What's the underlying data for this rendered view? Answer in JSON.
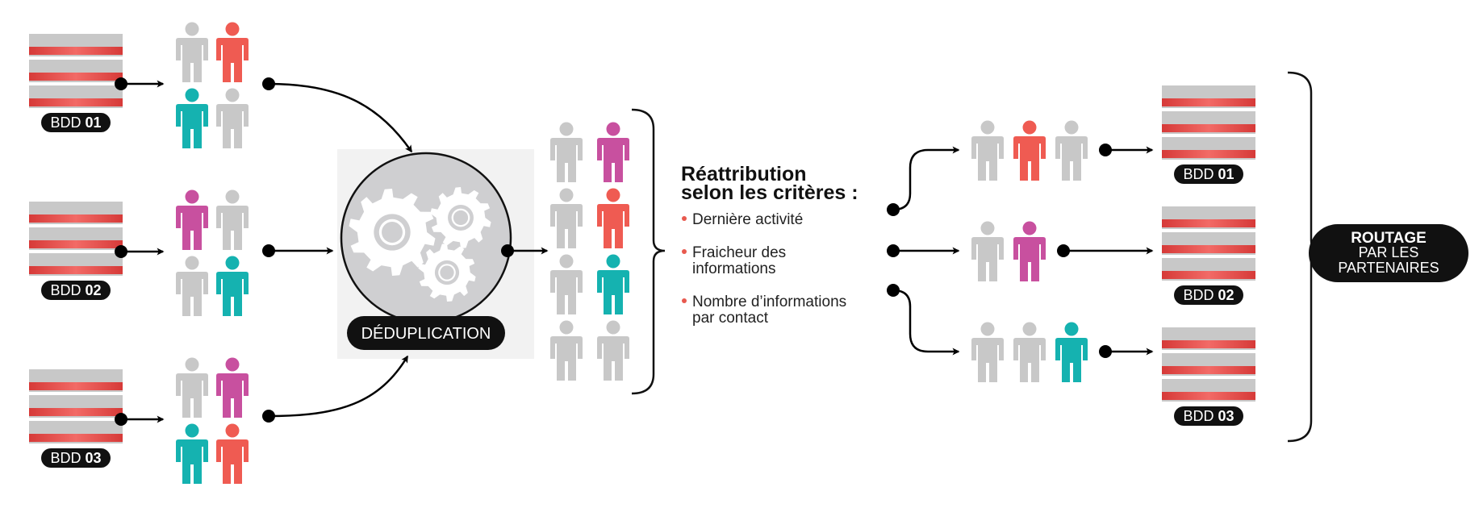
{
  "colors": {
    "gray": "#c8c8c8",
    "red": "#ef5b52",
    "teal": "#15b2b0",
    "magenta": "#c8509f",
    "stripe": "#e74c4a",
    "dark": "#111111",
    "arrow": "#000000"
  },
  "sources": [
    {
      "prefix": "BDD",
      "number": "01",
      "people": [
        "gray",
        "red",
        "teal",
        "gray"
      ]
    },
    {
      "prefix": "BDD",
      "number": "02",
      "people": [
        "magenta",
        "gray",
        "gray",
        "teal"
      ]
    },
    {
      "prefix": "BDD",
      "number": "03",
      "people": [
        "gray",
        "magenta",
        "teal",
        "red"
      ]
    }
  ],
  "dedup": {
    "label": "DÉDUPLICATION",
    "icon": "gears-icon"
  },
  "merged_people": [
    "gray",
    "magenta",
    "gray",
    "red",
    "gray",
    "teal",
    "gray",
    "gray"
  ],
  "criteria": {
    "title_line1": "Réattribution",
    "title_line2": "selon les critères :",
    "items": [
      {
        "line1": "Dernière activité",
        "line2": ""
      },
      {
        "line1": "Fraicheur des",
        "line2": "informations"
      },
      {
        "line1": "Nombre d’informations",
        "line2": "par contact"
      }
    ]
  },
  "outputs": [
    {
      "prefix": "BDD",
      "number": "01",
      "people": [
        "gray",
        "red",
        "gray"
      ]
    },
    {
      "prefix": "BDD",
      "number": "02",
      "people": [
        "gray",
        "magenta"
      ]
    },
    {
      "prefix": "BDD",
      "number": "03",
      "people": [
        "gray",
        "gray",
        "teal"
      ]
    }
  ],
  "routing": {
    "line1": "ROUTAGE",
    "line2": "PAR LES",
    "line3": "PARTENAIRES"
  }
}
